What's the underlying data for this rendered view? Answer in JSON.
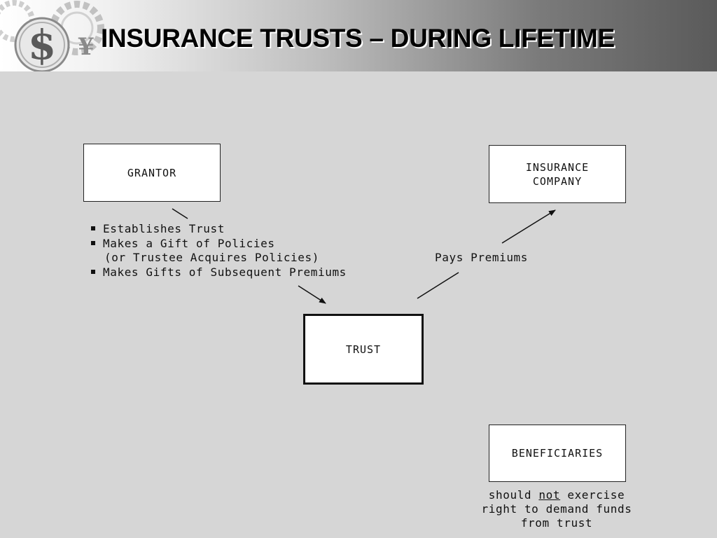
{
  "title": "INSURANCE TRUSTS – DURING LIFETIME",
  "boxes": {
    "grantor": "GRANTOR",
    "insurance_company": "INSURANCE\nCOMPANY",
    "trust": "TRUST",
    "beneficiaries": "BENEFICIARIES"
  },
  "grantor_actions": [
    "Establishes Trust",
    "Makes a Gift of Policies",
    "(or Trustee Acquires Policies)",
    "Makes Gifts of Subsequent Premiums"
  ],
  "pays_premiums": "Pays Premiums",
  "beneficiaries_note": {
    "part1": "should ",
    "emphasis": "not",
    "part2": " exercise",
    "line2": "right to demand funds",
    "line3": "from trust"
  },
  "logo_icons": [
    "dollar-sign-icon",
    "yen-sign-icon",
    "gear-icon"
  ]
}
